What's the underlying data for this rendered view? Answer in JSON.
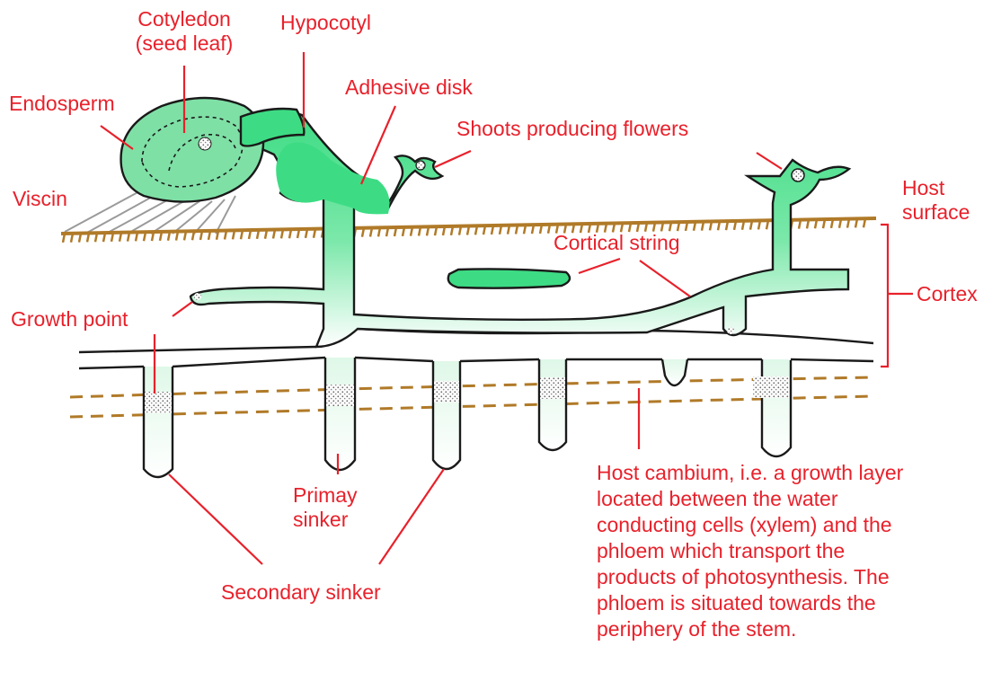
{
  "colors": {
    "label": "#e8212b",
    "plant_fill": "#3ddc84",
    "plant_fill_light": "#e9fbf0",
    "outline": "#1a1a1a",
    "host_surface": "#b07a28",
    "cambium": "#b07a28",
    "endosperm": "#7fe0a6"
  },
  "labels": {
    "cotyledon_line1": "Cotyledon",
    "cotyledon_line2": "(seed leaf)",
    "hypocotyl": "Hypocotyl",
    "endosperm": "Endosperm",
    "adhesive_disk": "Adhesive disk",
    "shoots": "Shoots producing flowers",
    "viscin": "Viscin",
    "host_surface_line1": "Host",
    "host_surface_line2": "surface",
    "cortical_string": "Cortical string",
    "cortex": "Cortex",
    "growth_point": "Growth point",
    "primary_sinker_line1": "Primay",
    "primary_sinker_line2": "sinker",
    "secondary_sinker": "Secondary sinker",
    "cambium_lines": [
      "Host cambium, i.e. a growth layer",
      "located between the water",
      "conducting cells (xylem) and the",
      "phloem which transport the",
      "products of photosynthesis. The",
      "phloem is situated towards the",
      "periphery of the stem."
    ]
  }
}
